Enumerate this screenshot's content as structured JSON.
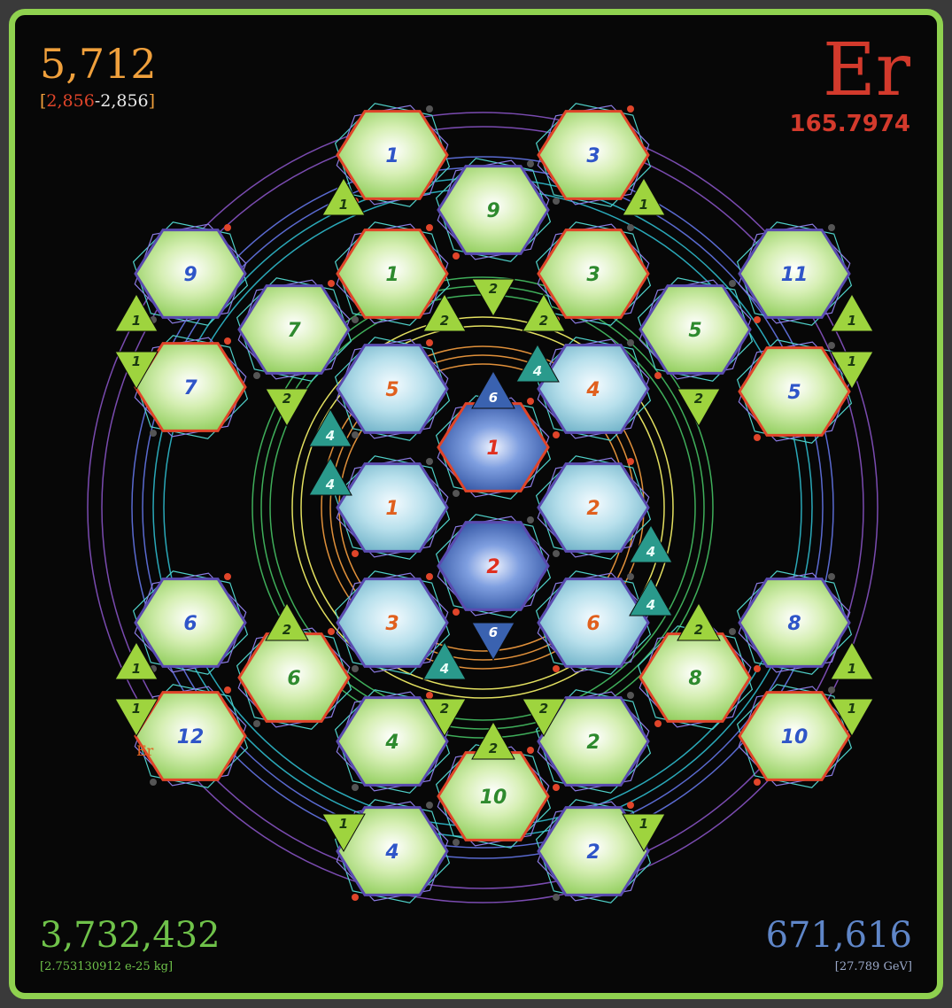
{
  "corners": {
    "top_left": {
      "value": "5,712",
      "bracket_open": "[",
      "range_low": "2,856",
      "range_sep": "-",
      "range_high": "2,856",
      "bracket_close": "]"
    },
    "top_right": {
      "symbol": "Er",
      "mass": "165.7974"
    },
    "bottom_left": {
      "value": "3,732,432",
      "sub": "[2.753130912 e-25 kg]"
    },
    "bottom_right": {
      "value": "671,616",
      "sub": "[27.789 GeV]"
    }
  },
  "inner_tag": "Er",
  "colors": {
    "frame": "#8fd14f",
    "background": "#070707",
    "green_hex": "#9ed46a",
    "teal_hex": "#86bfd0",
    "blue_hex": "#3a62b0",
    "red_edge": "#e0452a",
    "purple_edge": "#5a4bb0",
    "green_triangle": "#9ed43e",
    "teal_triangle": "#2a9a8c",
    "blue_triangle": "#3a62b0",
    "label_blue": "#2f55c8",
    "label_green": "#2e8a2e",
    "label_orange": "#e0601e",
    "label_red": "#e03020"
  },
  "hexagons": [
    {
      "label": "1",
      "fill": "green",
      "text": "blue",
      "edge": "red"
    },
    {
      "label": "3",
      "fill": "green",
      "text": "blue",
      "edge": "red"
    },
    {
      "label": "9",
      "fill": "green",
      "text": "green",
      "edge": "purple"
    },
    {
      "label": "1",
      "fill": "green",
      "text": "green",
      "edge": "red"
    },
    {
      "label": "3",
      "fill": "green",
      "text": "green",
      "edge": "red"
    },
    {
      "label": "9",
      "fill": "green",
      "text": "blue",
      "edge": "purple"
    },
    {
      "label": "11",
      "fill": "green",
      "text": "blue",
      "edge": "purple"
    },
    {
      "label": "7",
      "fill": "green",
      "text": "green",
      "edge": "purple"
    },
    {
      "label": "5",
      "fill": "green",
      "text": "green",
      "edge": "purple"
    },
    {
      "label": "7",
      "fill": "green",
      "text": "blue",
      "edge": "red"
    },
    {
      "label": "5",
      "fill": "green",
      "text": "blue",
      "edge": "red"
    },
    {
      "label": "5",
      "fill": "teal",
      "text": "orange",
      "edge": "purple"
    },
    {
      "label": "4",
      "fill": "teal",
      "text": "orange",
      "edge": "purple"
    },
    {
      "label": "1",
      "fill": "blue",
      "text": "red",
      "edge": "red"
    },
    {
      "label": "1",
      "fill": "teal",
      "text": "orange",
      "edge": "purple"
    },
    {
      "label": "2",
      "fill": "teal",
      "text": "orange",
      "edge": "purple"
    },
    {
      "label": "2",
      "fill": "blue",
      "text": "red",
      "edge": "purple"
    },
    {
      "label": "3",
      "fill": "teal",
      "text": "orange",
      "edge": "purple"
    },
    {
      "label": "6",
      "fill": "teal",
      "text": "orange",
      "edge": "purple"
    },
    {
      "label": "6",
      "fill": "green",
      "text": "blue",
      "edge": "purple"
    },
    {
      "label": "8",
      "fill": "green",
      "text": "blue",
      "edge": "purple"
    },
    {
      "label": "6",
      "fill": "green",
      "text": "green",
      "edge": "red"
    },
    {
      "label": "8",
      "fill": "green",
      "text": "green",
      "edge": "red"
    },
    {
      "label": "12",
      "fill": "green",
      "text": "blue",
      "edge": "red"
    },
    {
      "label": "10",
      "fill": "green",
      "text": "blue",
      "edge": "red"
    },
    {
      "label": "4",
      "fill": "green",
      "text": "green",
      "edge": "purple"
    },
    {
      "label": "2",
      "fill": "green",
      "text": "green",
      "edge": "purple"
    },
    {
      "label": "10",
      "fill": "green",
      "text": "green",
      "edge": "red"
    },
    {
      "label": "4",
      "fill": "green",
      "text": "blue",
      "edge": "purple"
    },
    {
      "label": "2",
      "fill": "green",
      "text": "blue",
      "edge": "purple"
    }
  ],
  "triangles": [
    {
      "label": "1",
      "color": "green",
      "dir": "up"
    },
    {
      "label": "1",
      "color": "green",
      "dir": "up"
    },
    {
      "label": "2",
      "color": "green",
      "dir": "down"
    },
    {
      "label": "2",
      "color": "green",
      "dir": "up"
    },
    {
      "label": "2",
      "color": "green",
      "dir": "up"
    },
    {
      "label": "1",
      "color": "green",
      "dir": "up"
    },
    {
      "label": "1",
      "color": "green",
      "dir": "up"
    },
    {
      "label": "1",
      "color": "green",
      "dir": "down"
    },
    {
      "label": "1",
      "color": "green",
      "dir": "down"
    },
    {
      "label": "2",
      "color": "green",
      "dir": "down"
    },
    {
      "label": "2",
      "color": "green",
      "dir": "down"
    },
    {
      "label": "6",
      "color": "blue",
      "dir": "up"
    },
    {
      "label": "4",
      "color": "teal",
      "dir": "up"
    },
    {
      "label": "4",
      "color": "teal",
      "dir": "up"
    },
    {
      "label": "4",
      "color": "teal",
      "dir": "up"
    },
    {
      "label": "4",
      "color": "teal",
      "dir": "up"
    },
    {
      "label": "4",
      "color": "teal",
      "dir": "up"
    },
    {
      "label": "4",
      "color": "teal",
      "dir": "up"
    },
    {
      "label": "6",
      "color": "blue",
      "dir": "down"
    },
    {
      "label": "2",
      "color": "green",
      "dir": "up"
    },
    {
      "label": "2",
      "color": "green",
      "dir": "up"
    },
    {
      "label": "1",
      "color": "green",
      "dir": "up"
    },
    {
      "label": "1",
      "color": "green",
      "dir": "up"
    },
    {
      "label": "1",
      "color": "green",
      "dir": "down"
    },
    {
      "label": "1",
      "color": "green",
      "dir": "down"
    },
    {
      "label": "2",
      "color": "green",
      "dir": "down"
    },
    {
      "label": "2",
      "color": "green",
      "dir": "down"
    },
    {
      "label": "2",
      "color": "green",
      "dir": "up"
    },
    {
      "label": "1",
      "color": "green",
      "dir": "down"
    },
    {
      "label": "1",
      "color": "green",
      "dir": "down"
    }
  ]
}
